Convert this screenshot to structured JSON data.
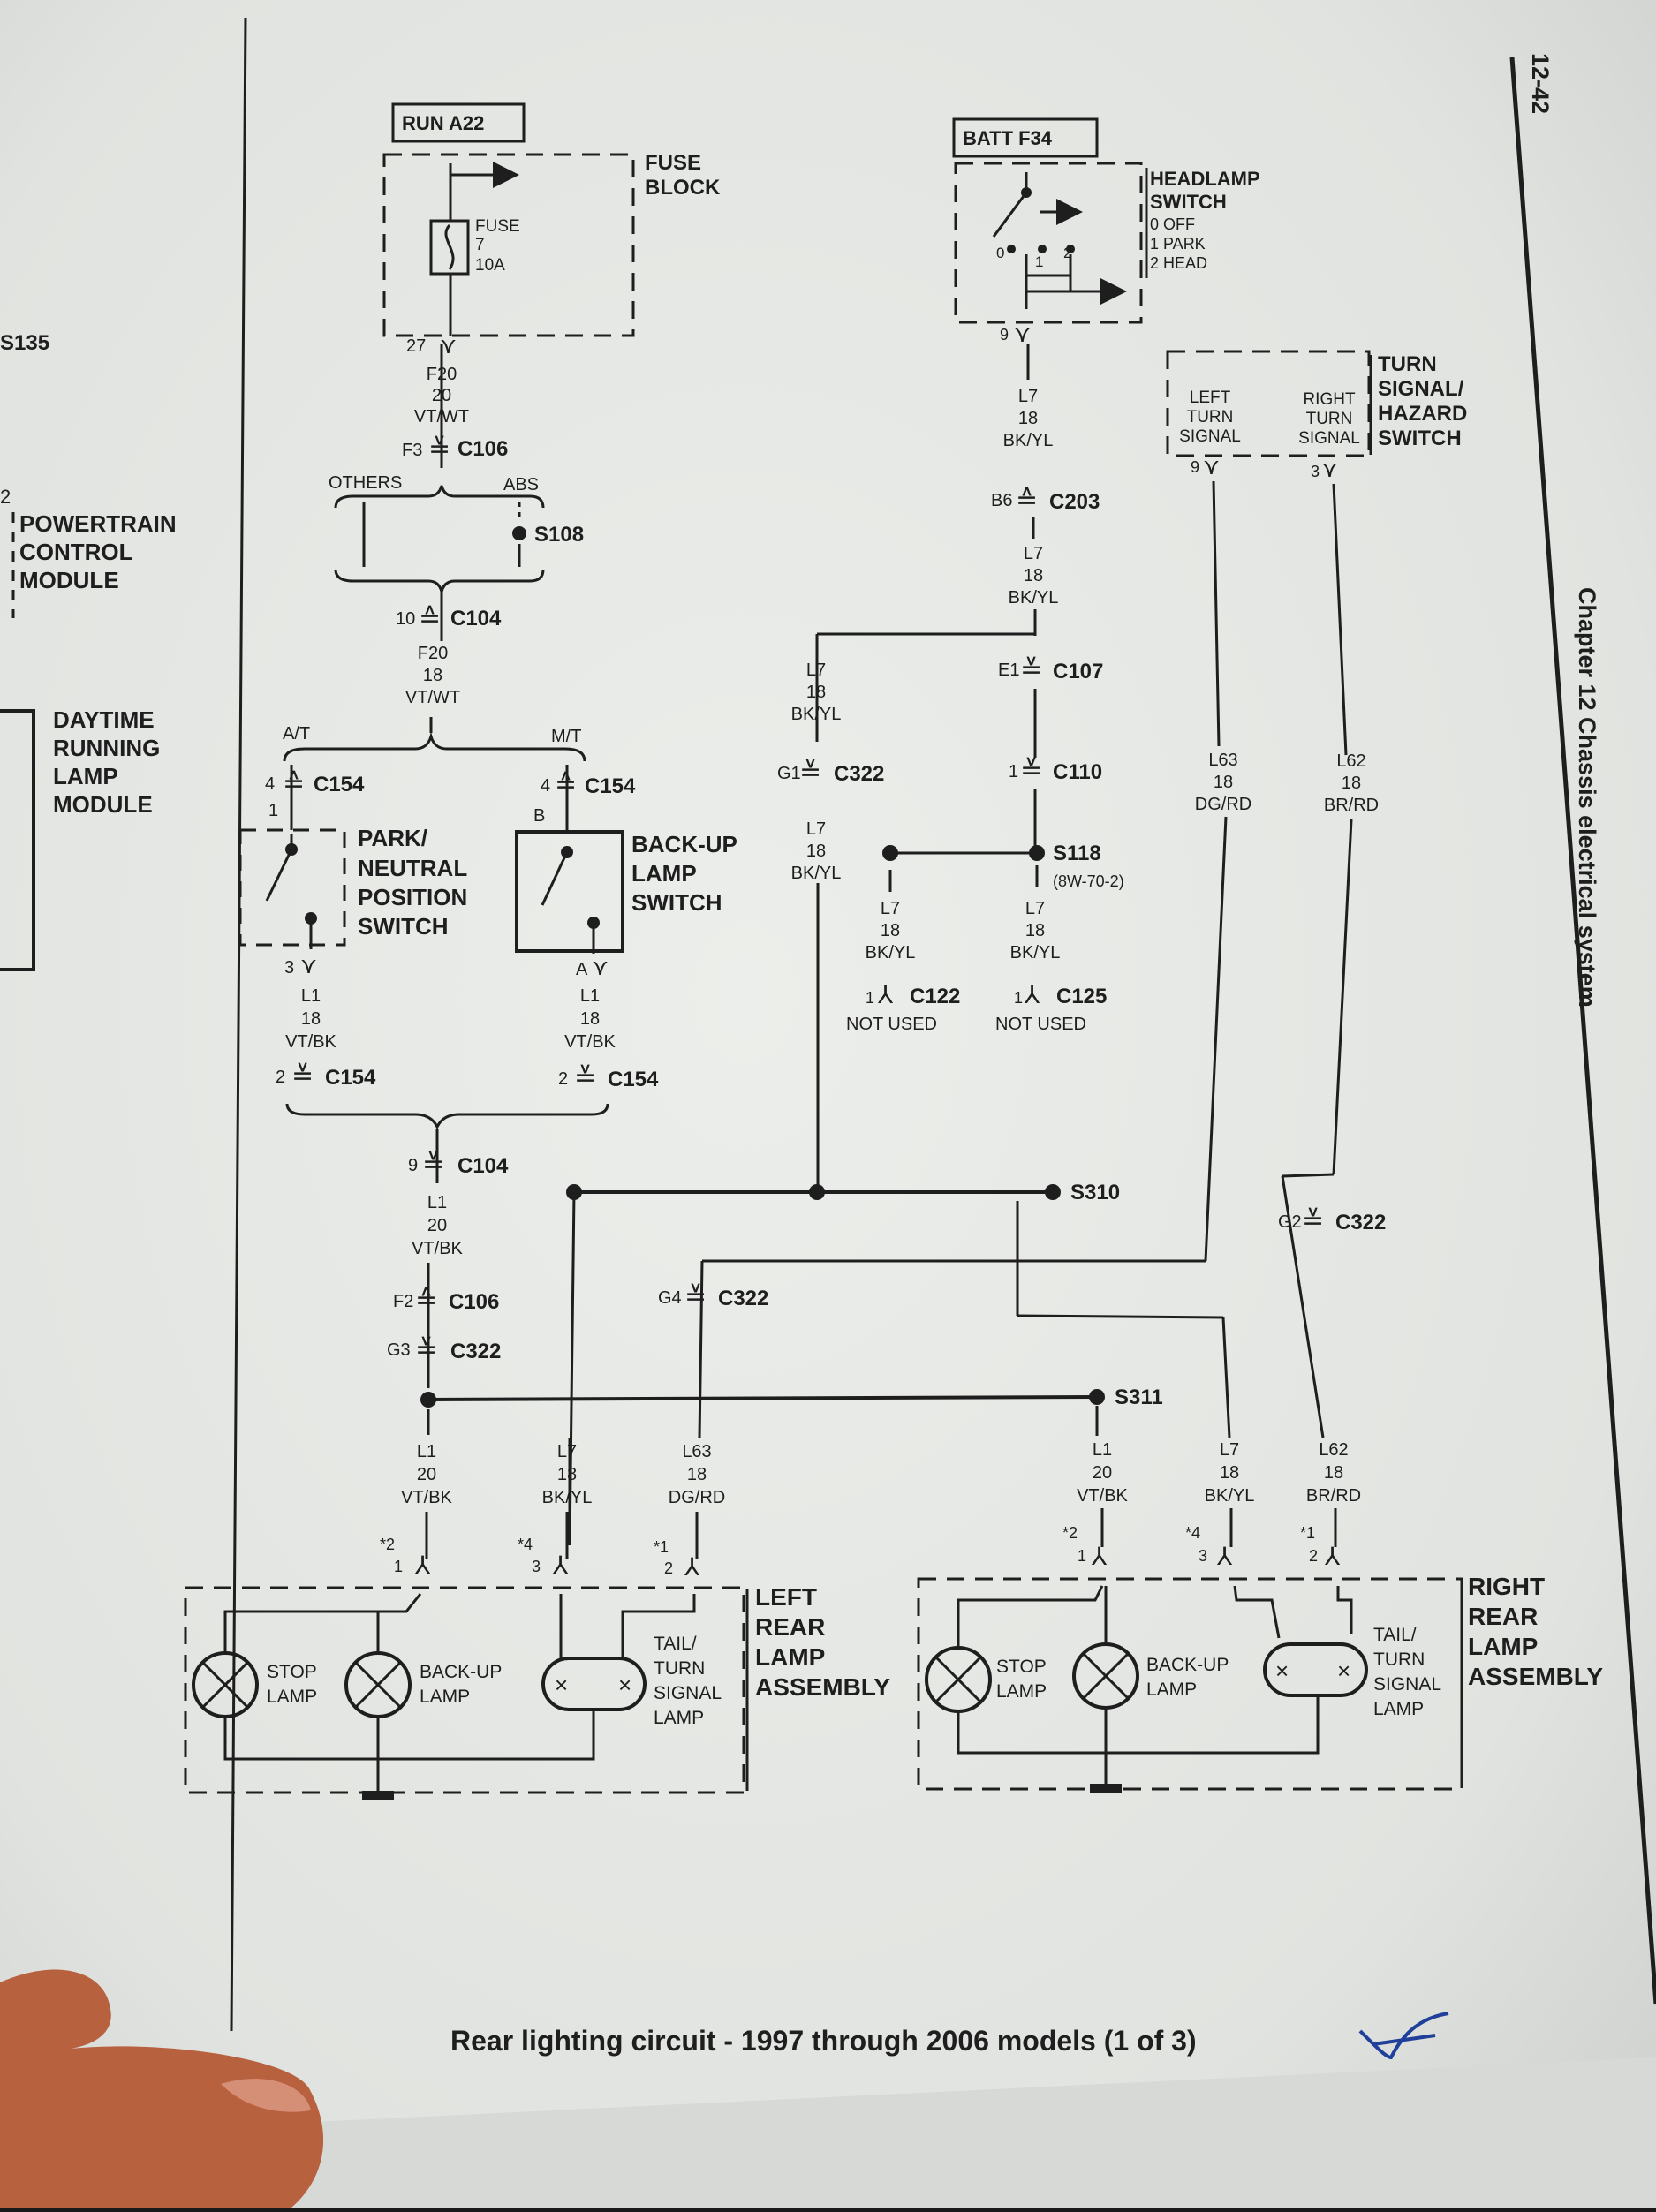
{
  "page": {
    "number": "12-42",
    "chapter": "Chapter 12  Chassis electrical system",
    "caption": "Rear lighting circuit - 1997 through 2006 models (1 of 3)",
    "colors": {
      "paper": "#e4e6e3",
      "ink": "#1e1e1e",
      "shadow": "#2a2a2a",
      "pen": "#1f3f9a"
    }
  },
  "left_margin": {
    "s135": "S135",
    "pcm_pin": "2",
    "pcm_lines": [
      "POWERTRAIN",
      "CONTROL",
      "MODULE"
    ],
    "drl_lines": [
      "DAYTIME",
      "RUNNING",
      "LAMP",
      "MODULE"
    ]
  },
  "fuse": {
    "run_label": "RUN A22",
    "block_lines": [
      "FUSE",
      "BLOCK"
    ],
    "fuse_lines": [
      "FUSE",
      "7",
      "10A"
    ],
    "pin": "27",
    "wire": [
      "F20",
      "20",
      "VT/WT"
    ],
    "c106_pin": "F3",
    "c106": "C106",
    "others": "OTHERS",
    "abs": "ABS",
    "s108": "S108",
    "c104_pin": "10",
    "c104": "C104",
    "wire2": [
      "F20",
      "18",
      "VT/WT"
    ],
    "at": "A/T",
    "mt": "M/T"
  },
  "pnp": {
    "c154_pin": "4",
    "c154": "C154",
    "pin1": "1",
    "label_lines": [
      "PARK/",
      "NEUTRAL",
      "POSITION",
      "SWITCH"
    ],
    "pin3": "3",
    "wire": [
      "L1",
      "18",
      "VT/BK"
    ],
    "c154b_pin": "2",
    "c154b": "C154"
  },
  "backup_switch": {
    "c154_pin": "4",
    "c154": "C154",
    "pin_b": "B",
    "label_lines": [
      "BACK-UP",
      "LAMP",
      "SWITCH"
    ],
    "pin_a": "A",
    "wire": [
      "L1",
      "18",
      "VT/BK"
    ],
    "c154b_pin": "2",
    "c154b": "C154"
  },
  "center_l1": {
    "c104_pin": "9",
    "c104": "C104",
    "wire": [
      "L1",
      "20",
      "VT/BK"
    ],
    "c106_pin": "F2",
    "c106": "C106",
    "c322_pin": "G3",
    "c322": "C322",
    "wire_bottom": [
      "L1",
      "20",
      "VT/BK"
    ]
  },
  "headlamp": {
    "batt_label": "BATT F34",
    "label_lines": [
      "HEADLAMP",
      "SWITCH"
    ],
    "positions": [
      "0 OFF",
      "1 PARK",
      "2 HEAD"
    ],
    "contacts": [
      "0",
      "1",
      "2"
    ],
    "pin": "9",
    "wire1": [
      "L7",
      "18",
      "BK/YL"
    ],
    "c203_pin": "B6",
    "c203": "C203",
    "wire2": [
      "L7",
      "18",
      "BK/YL"
    ],
    "c107_pin": "E1",
    "c107": "C107",
    "c110_pin": "1",
    "c110": "C110",
    "s118": "S118",
    "s118_ref": "(8W-70-2)",
    "wire_c125": [
      "L7",
      "18",
      "BK/YL"
    ],
    "c125_pin": "1",
    "c125": "C125",
    "c125_note": "NOT USED",
    "wire_c122": [
      "L7",
      "18",
      "BK/YL"
    ],
    "c122_pin": "1",
    "c122": "C122",
    "c122_note": "NOT USED",
    "wire_left": [
      "L7",
      "18",
      "BK/YL"
    ],
    "c322_pin": "G1",
    "c322": "C322",
    "wire_left2": [
      "L7",
      "18",
      "BK/YL"
    ]
  },
  "turn_switch": {
    "label_lines": [
      "TURN",
      "SIGNAL/",
      "HAZARD",
      "SWITCH"
    ],
    "left_lines": [
      "LEFT",
      "TURN",
      "SIGNAL"
    ],
    "right_lines": [
      "RIGHT",
      "TURN",
      "SIGNAL"
    ],
    "left_pin": "9",
    "right_pin": "3",
    "l63_wire": [
      "L63",
      "18",
      "DG/RD"
    ],
    "l62_wire": [
      "L62",
      "18",
      "BR/RD"
    ],
    "g2_pin": "G2",
    "g2": "C322",
    "g4_pin": "G4",
    "g4": "C322"
  },
  "splices": {
    "s310": "S310",
    "s311": "S311"
  },
  "left_rear": {
    "title_lines": [
      "LEFT",
      "REAR",
      "LAMP",
      "ASSEMBLY"
    ],
    "w1": [
      "L1",
      "20",
      "VT/BK"
    ],
    "w2": [
      "L7",
      "18",
      "BK/YL"
    ],
    "w3": [
      "L63",
      "18",
      "DG/RD"
    ],
    "pins": [
      {
        "star": "*2",
        "pin": "1"
      },
      {
        "star": "*4",
        "pin": "3"
      },
      {
        "star": "*1",
        "pin": "2"
      }
    ],
    "stop_lines": [
      "STOP",
      "LAMP"
    ],
    "backup_lines": [
      "BACK-UP",
      "LAMP"
    ],
    "tail_lines": [
      "TAIL/",
      "TURN",
      "SIGNAL",
      "LAMP"
    ]
  },
  "right_rear": {
    "title_lines": [
      "RIGHT",
      "REAR",
      "LAMP",
      "ASSEMBLY"
    ],
    "w1": [
      "L1",
      "20",
      "VT/BK"
    ],
    "w2": [
      "L7",
      "18",
      "BK/YL"
    ],
    "w3": [
      "L62",
      "18",
      "BR/RD"
    ],
    "pins": [
      {
        "star": "*2",
        "pin": "1"
      },
      {
        "star": "*4",
        "pin": "3"
      },
      {
        "star": "*1",
        "pin": "2"
      }
    ],
    "stop_lines": [
      "STOP",
      "LAMP"
    ],
    "backup_lines": [
      "BACK-UP",
      "LAMP"
    ],
    "tail_lines": [
      "TAIL/",
      "TURN",
      "SIGNAL",
      "LAMP"
    ]
  }
}
